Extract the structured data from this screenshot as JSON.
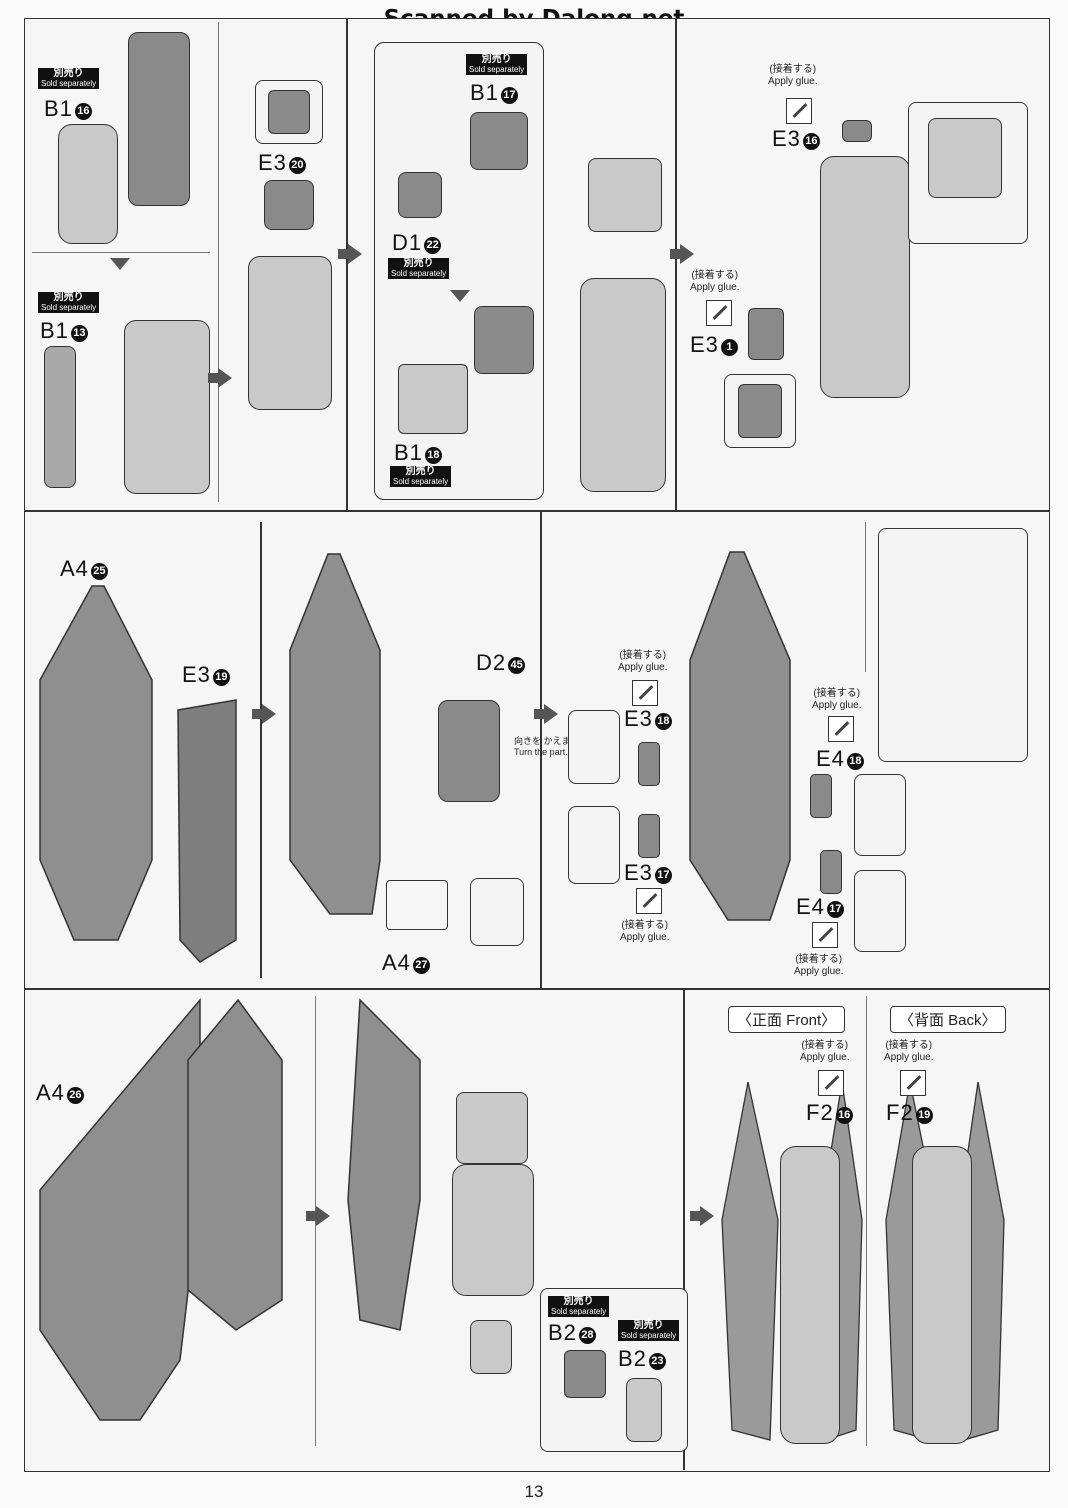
{
  "header": {
    "watermark": "Scanned by Dalong.net"
  },
  "common": {
    "sold_jp": "別売り",
    "sold_en": "Sold separately",
    "glue_jp": "(接着する)",
    "glue_en": "Apply glue.",
    "glue_jp2": "(接着する)"
  },
  "row1": {
    "b1_16": {
      "code": "B1",
      "num": "16"
    },
    "b1_13": {
      "code": "B1",
      "num": "13"
    },
    "e3_20": {
      "code": "E3",
      "num": "20"
    },
    "b1_17": {
      "code": "B1",
      "num": "17"
    },
    "d1_22": {
      "code": "D1",
      "num": "22"
    },
    "b1_18": {
      "code": "B1",
      "num": "18"
    },
    "e3_16": {
      "code": "E3",
      "num": "16"
    },
    "e3_1": {
      "code": "E3",
      "num": "1"
    }
  },
  "row2": {
    "a4_25": {
      "code": "A4",
      "num": "25"
    },
    "e3_19": {
      "code": "E3",
      "num": "19"
    },
    "d2_45": {
      "code": "D2",
      "num": "45"
    },
    "a4_27": {
      "code": "A4",
      "num": "27"
    },
    "turn_jp": "向きを かえます。",
    "turn_en": "Turn the part.",
    "e3_18": {
      "code": "E3",
      "num": "18"
    },
    "e3_17": {
      "code": "E3",
      "num": "17"
    },
    "e4_18": {
      "code": "E4",
      "num": "18"
    },
    "e4_17": {
      "code": "E4",
      "num": "17"
    }
  },
  "row3": {
    "a4_26": {
      "code": "A4",
      "num": "26"
    },
    "b2_28": {
      "code": "B2",
      "num": "28"
    },
    "b2_23": {
      "code": "B2",
      "num": "23"
    },
    "front_label": "〈正面 Front〉",
    "back_label": "〈背面 Back〉",
    "f2_16": {
      "code": "F2",
      "num": "16"
    },
    "f2_19": {
      "code": "F2",
      "num": "19"
    }
  },
  "footer": {
    "page_number": "13"
  }
}
